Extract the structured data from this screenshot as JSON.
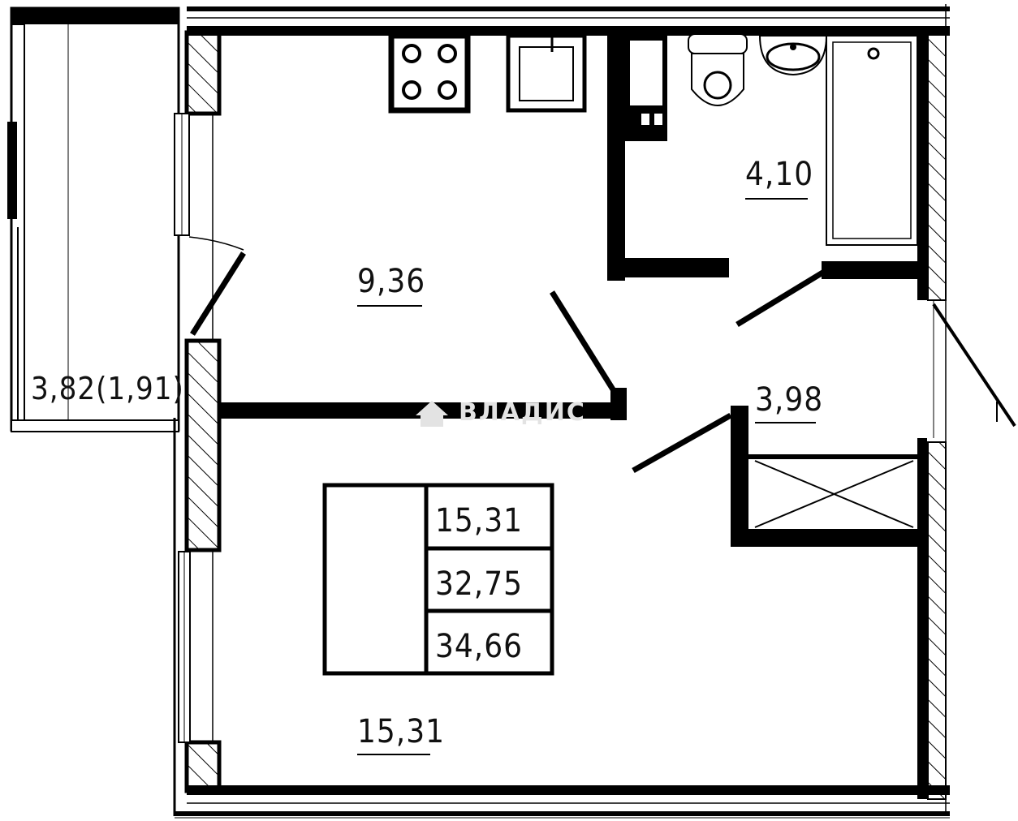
{
  "rooms": {
    "kitchen": {
      "area": "9,36"
    },
    "bathroom": {
      "area": "4,10"
    },
    "hall": {
      "area": "3,98"
    },
    "living": {
      "area": "15,31"
    },
    "balcony": {
      "area": "3,82(1,91)"
    }
  },
  "summary": {
    "living_area": "15,31",
    "total_area": "32,75",
    "total_with_balcony": "34,66"
  },
  "watermark": {
    "brand": "ВЛАДИС"
  },
  "colors": {
    "wall": "#000000",
    "background": "#ffffff",
    "hatch": "#000000",
    "watermark": "#e3e3e3"
  }
}
